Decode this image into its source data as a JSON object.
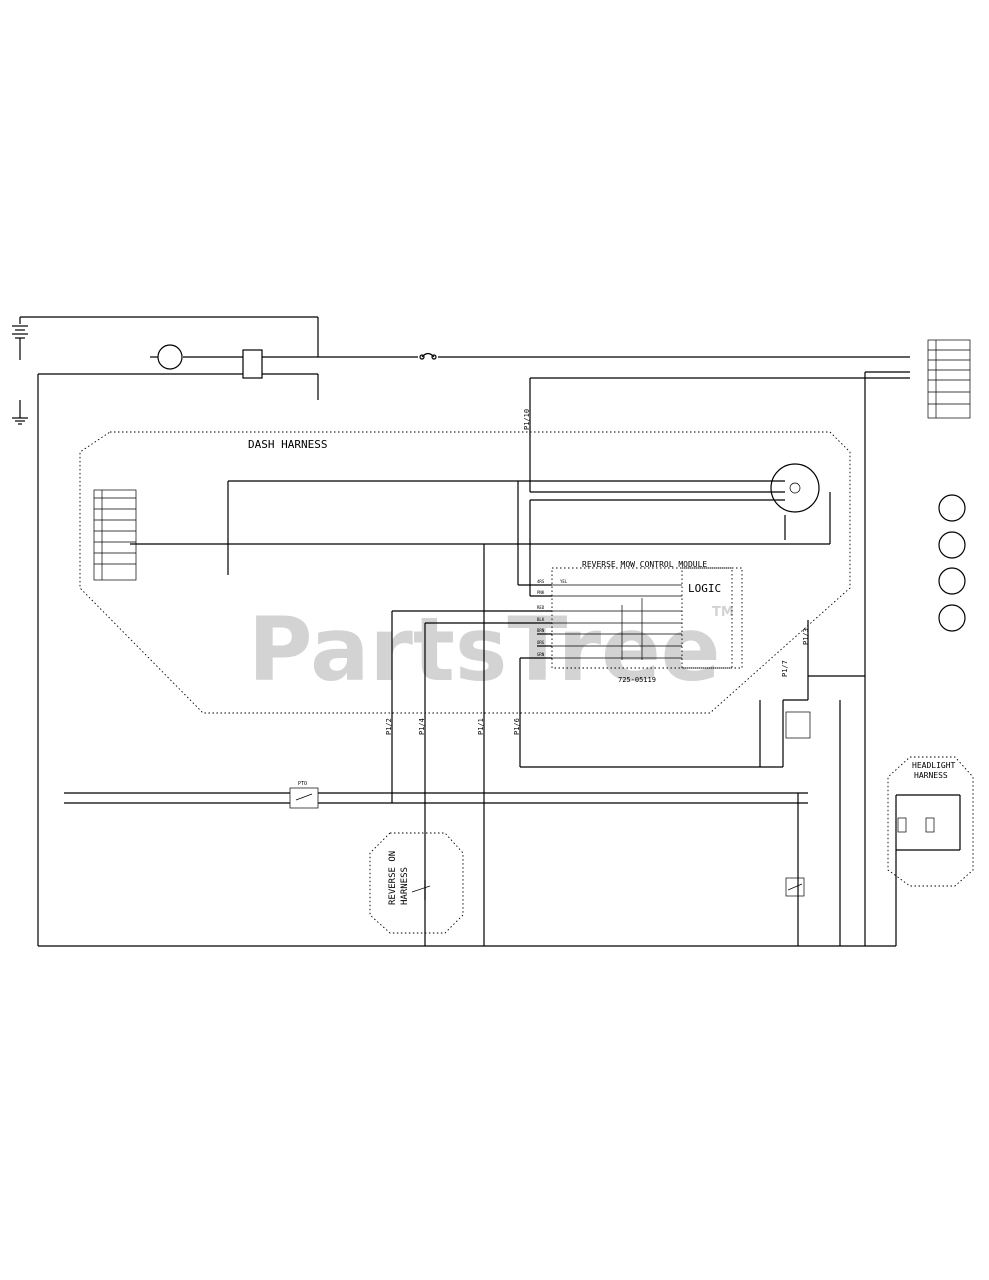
{
  "watermark": {
    "text": "PartsTree",
    "tm": "TM"
  },
  "harness_labels": {
    "dash": "DASH HARNESS",
    "reverse_on": [
      "REVERSE ON",
      "HARNESS"
    ],
    "headlight": [
      "HEADLIGHT",
      "HARNESS"
    ]
  },
  "module": {
    "title": "REVERSE MOW CONTROL MODULE",
    "logic": "LOGIC",
    "part": "725-05119"
  },
  "connectors": [
    "PTO",
    "P1/2",
    "P1/4",
    "P1/1",
    "P1/6",
    "P1/7",
    "P1/3",
    "P1/10"
  ],
  "module_pins": [
    "4RS",
    "PNK",
    "RED",
    "BLK",
    "BRN",
    "ORG",
    "GRN",
    "YEL"
  ]
}
